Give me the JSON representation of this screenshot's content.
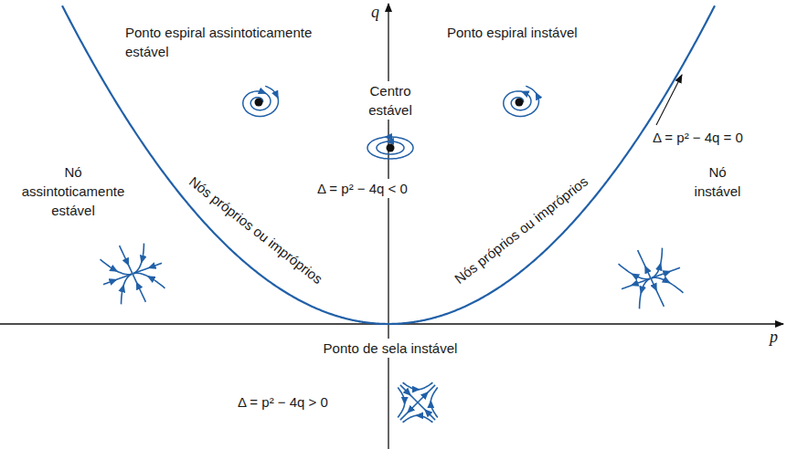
{
  "diagram": {
    "labels": [
      "q",
      "Ponto espiral assintoticamente estável",
      "Ponto espiral instável",
      "Centro estável",
      "Δ = p² − 4q = 0",
      "Nós próprios ou impróprios",
      "Δ = p² − 4q < 0",
      "Nós próprios ou impróprios",
      "Nó assintoticamente estável",
      "Nó instável",
      "p",
      "Ponto de sela instável",
      "Δ = p² − 4q > 0"
    ]
  }
}
